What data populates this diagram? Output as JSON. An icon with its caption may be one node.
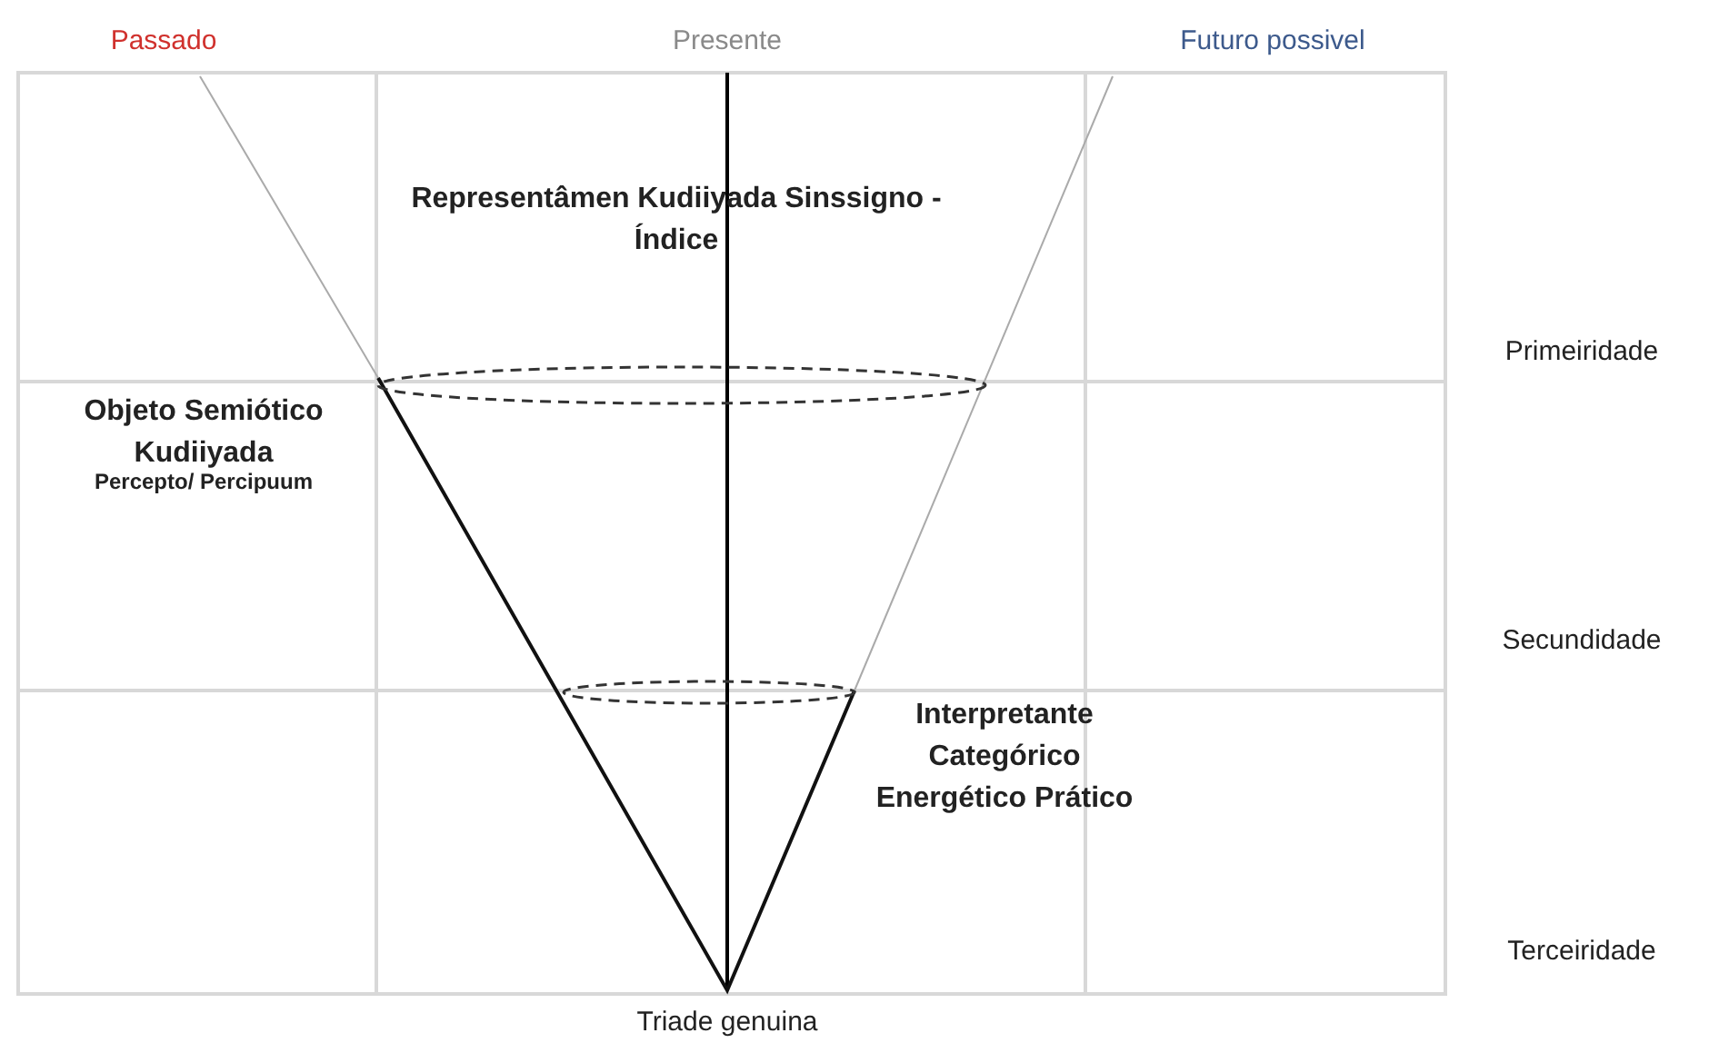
{
  "diagram": {
    "labels": [
      "Passado",
      "Presente",
      "Futuro possivel",
      "Representâmen Kudiiyada Sinssigno - Índice",
      "Primeiridade",
      "Objeto Semiótico Kudiiyada",
      "Percepto/ Percipuum",
      "Secundidade",
      "Interpretante Categórico Energético Prático",
      "Terceiridade",
      "Triade genuina"
    ]
  }
}
